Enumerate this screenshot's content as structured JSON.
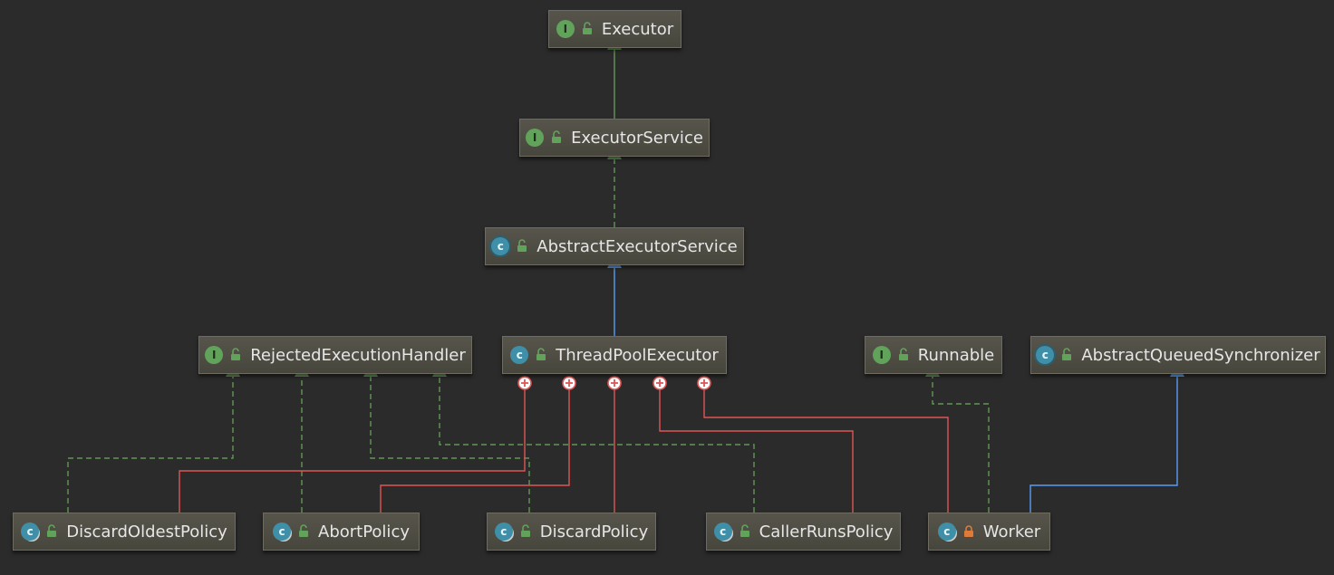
{
  "colors": {
    "background": "#2b2b2b",
    "inheritance": "#629755",
    "class_extends": "#589df6",
    "inner_class": "#e05555"
  },
  "nodes": [
    {
      "id": "executor",
      "label": "Executor",
      "kind": "interface",
      "visibility": "public"
    },
    {
      "id": "executor-service",
      "label": "ExecutorService",
      "kind": "interface",
      "visibility": "public"
    },
    {
      "id": "abstract-executor-service",
      "label": "AbstractExecutorService",
      "kind": "abstract",
      "visibility": "public"
    },
    {
      "id": "rejected-execution-handler",
      "label": "RejectedExecutionHandler",
      "kind": "interface",
      "visibility": "public"
    },
    {
      "id": "thread-pool-executor",
      "label": "ThreadPoolExecutor",
      "kind": "class",
      "visibility": "public"
    },
    {
      "id": "runnable",
      "label": "Runnable",
      "kind": "interface",
      "visibility": "public"
    },
    {
      "id": "abstract-queued-synchronizer",
      "label": "AbstractQueuedSynchronizer",
      "kind": "abstract",
      "visibility": "public"
    },
    {
      "id": "discard-oldest-policy",
      "label": "DiscardOldestPolicy",
      "kind": "static-class",
      "visibility": "public"
    },
    {
      "id": "abort-policy",
      "label": "AbortPolicy",
      "kind": "static-class",
      "visibility": "public"
    },
    {
      "id": "discard-policy",
      "label": "DiscardPolicy",
      "kind": "static-class",
      "visibility": "public"
    },
    {
      "id": "caller-runs-policy",
      "label": "CallerRunsPolicy",
      "kind": "static-class",
      "visibility": "public"
    },
    {
      "id": "worker",
      "label": "Worker",
      "kind": "static-class",
      "visibility": "private"
    }
  ],
  "edges": [
    {
      "from": "executor-service",
      "to": "executor",
      "type": "extends-interface"
    },
    {
      "from": "abstract-executor-service",
      "to": "executor-service",
      "type": "implements"
    },
    {
      "from": "thread-pool-executor",
      "to": "abstract-executor-service",
      "type": "extends-class"
    },
    {
      "from": "discard-oldest-policy",
      "to": "rejected-execution-handler",
      "type": "implements"
    },
    {
      "from": "abort-policy",
      "to": "rejected-execution-handler",
      "type": "implements"
    },
    {
      "from": "discard-policy",
      "to": "rejected-execution-handler",
      "type": "implements"
    },
    {
      "from": "caller-runs-policy",
      "to": "rejected-execution-handler",
      "type": "implements"
    },
    {
      "from": "worker",
      "to": "runnable",
      "type": "implements"
    },
    {
      "from": "worker",
      "to": "abstract-queued-synchronizer",
      "type": "extends-class"
    },
    {
      "from": "discard-oldest-policy",
      "to": "thread-pool-executor",
      "type": "inner-class"
    },
    {
      "from": "abort-policy",
      "to": "thread-pool-executor",
      "type": "inner-class"
    },
    {
      "from": "discard-policy",
      "to": "thread-pool-executor",
      "type": "inner-class"
    },
    {
      "from": "caller-runs-policy",
      "to": "thread-pool-executor",
      "type": "inner-class"
    },
    {
      "from": "worker",
      "to": "thread-pool-executor",
      "type": "inner-class"
    }
  ]
}
